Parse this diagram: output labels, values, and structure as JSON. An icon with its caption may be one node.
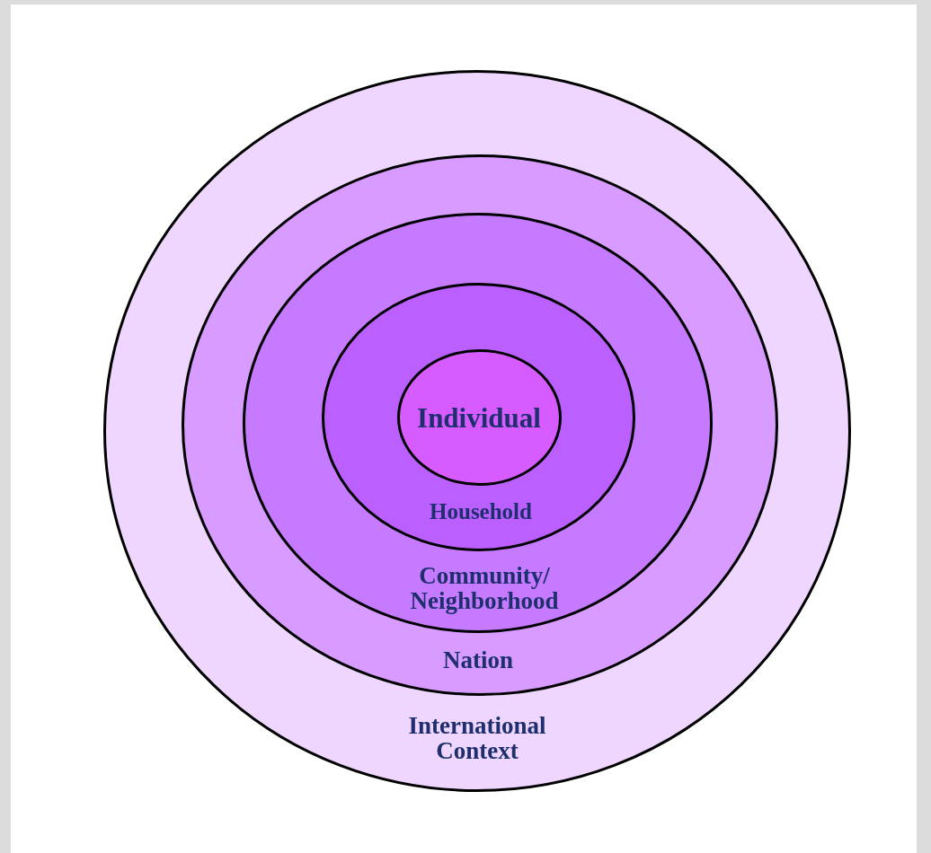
{
  "diagram": {
    "nodes": [
      {
        "text": [
          "International Context"
        ]
      },
      {
        "text": [
          "Nation"
        ],
        "in": 0
      },
      {
        "text": [
          "Community/ Neighborhood"
        ],
        "in": 1
      },
      {
        "text": [
          "Household"
        ],
        "in": 2
      },
      {
        "text": [
          "Individual"
        ],
        "in": 3
      }
    ]
  }
}
